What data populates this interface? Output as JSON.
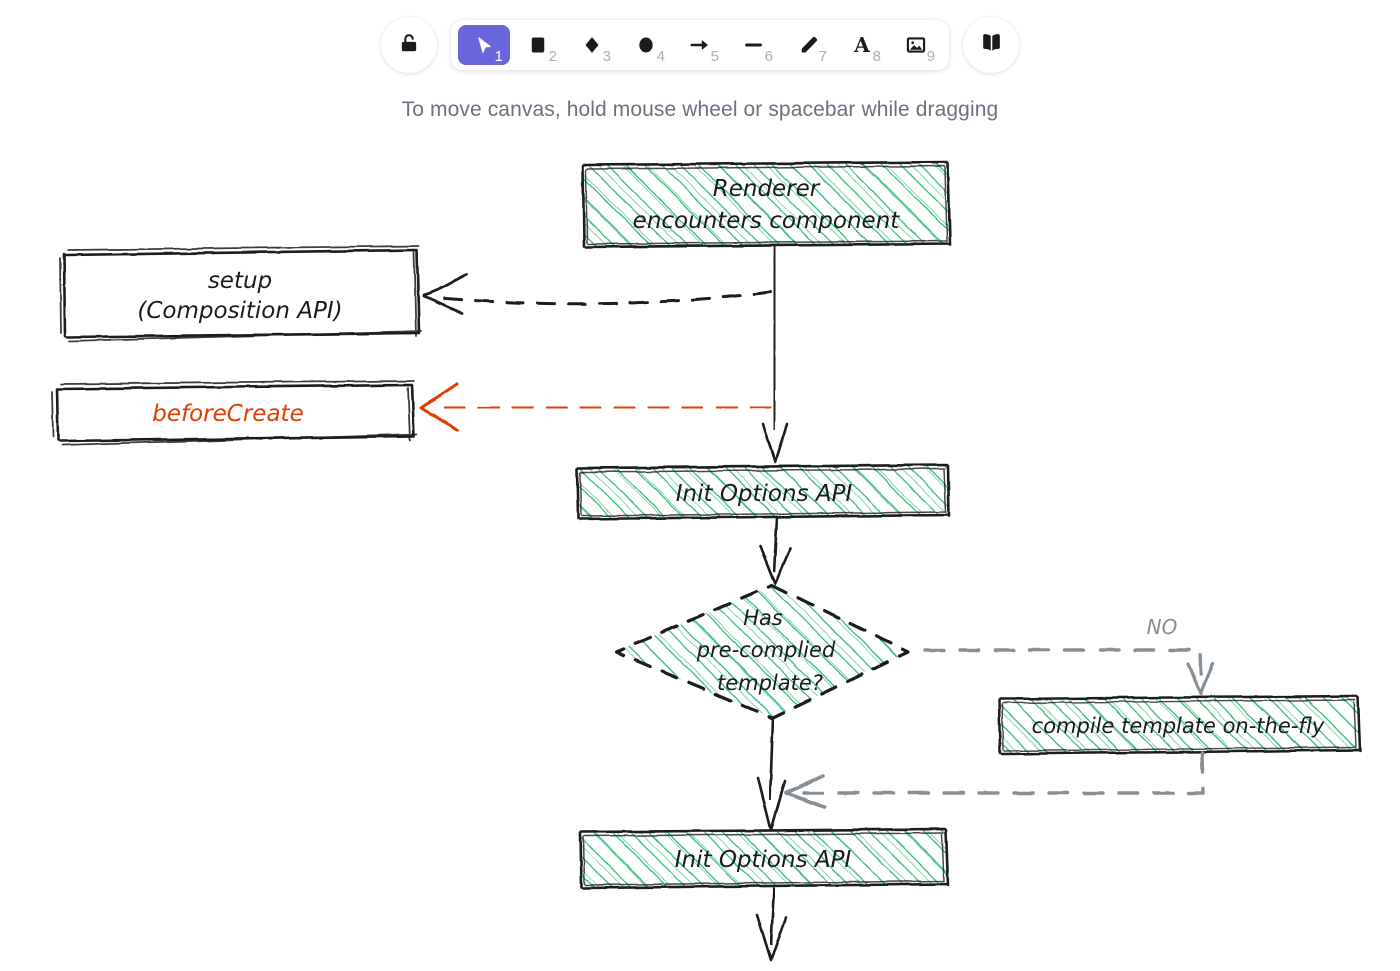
{
  "app": {
    "hint": "To move canvas, hold mouse wheel or spacebar while dragging",
    "accent_purple": "#6965db",
    "canvas_background": "#ffffff"
  },
  "toolbar": {
    "lock_button": {
      "name": "lock-button",
      "icon": "unlock-icon"
    },
    "library_button": {
      "name": "library-button",
      "icon": "book-icon"
    },
    "tools": [
      {
        "icon": "selection-cursor-icon",
        "label": "Selection",
        "key": "1",
        "active": true
      },
      {
        "icon": "rectangle-icon",
        "label": "Rectangle",
        "key": "2",
        "active": false
      },
      {
        "icon": "diamond-icon",
        "label": "Diamond",
        "key": "3",
        "active": false
      },
      {
        "icon": "ellipse-icon",
        "label": "Ellipse",
        "key": "4",
        "active": false
      },
      {
        "icon": "arrow-icon",
        "label": "Arrow",
        "key": "5",
        "active": false
      },
      {
        "icon": "line-icon",
        "label": "Line",
        "key": "6",
        "active": false
      },
      {
        "icon": "pencil-draw-icon",
        "label": "Draw",
        "key": "7",
        "active": false
      },
      {
        "icon": "text-icon",
        "label": "Text",
        "key": "8",
        "active": false
      },
      {
        "icon": "image-icon",
        "label": "Image",
        "key": "9",
        "active": false
      }
    ]
  },
  "diagram": {
    "title": "Vue component render lifecycle (hand-drawn flowchart)",
    "fill_green": "#2bb673",
    "stroke_black": "#1b1b1f",
    "stroke_gray": "#868e96",
    "stroke_orange": "#e03e00",
    "nodes": [
      {
        "id": "renderer",
        "shape": "rectangle",
        "fill": "hachure-green",
        "stroke": "solid-black",
        "lines": [
          "Renderer",
          "encounters component"
        ]
      },
      {
        "id": "setup",
        "shape": "rectangle",
        "fill": "transparent",
        "stroke": "solid-black",
        "lines": [
          "setup",
          "(Composition API)"
        ]
      },
      {
        "id": "beforeCreate",
        "shape": "rectangle",
        "fill": "transparent",
        "stroke": "solid-black",
        "text_color": "orange",
        "lines": [
          "beforeCreate"
        ]
      },
      {
        "id": "init-options-1",
        "shape": "rectangle",
        "fill": "hachure-green",
        "stroke": "solid-black",
        "lines": [
          "Init Options API"
        ]
      },
      {
        "id": "has-precompiled",
        "shape": "diamond",
        "fill": "hachure-green",
        "stroke": "dashed-black",
        "lines": [
          "Has",
          "pre-complied",
          "template?"
        ]
      },
      {
        "id": "compile-on-the-fly",
        "shape": "rectangle",
        "fill": "hachure-green",
        "stroke": "solid-black",
        "lines": [
          "compile template on-the-fly"
        ]
      },
      {
        "id": "init-options-2",
        "shape": "rectangle",
        "fill": "hachure-green",
        "stroke": "solid-black",
        "lines": [
          "Init Options API"
        ]
      }
    ],
    "edges": [
      {
        "id": "renderer-to-init1",
        "from": "renderer",
        "to": "init-options-1",
        "style": "solid",
        "color": "black",
        "label": ""
      },
      {
        "id": "main-to-setup",
        "from": "renderer-trunk",
        "to": "setup",
        "style": "dashed",
        "color": "black",
        "label": ""
      },
      {
        "id": "main-to-beforecreate",
        "from": "renderer-trunk",
        "to": "beforeCreate",
        "style": "dashed",
        "color": "orange",
        "label": ""
      },
      {
        "id": "init1-to-diamond",
        "from": "init-options-1",
        "to": "has-precompiled",
        "style": "solid",
        "color": "black",
        "label": ""
      },
      {
        "id": "diamond-no-to-compile",
        "from": "has-precompiled",
        "to": "compile-on-the-fly",
        "style": "dashed",
        "color": "gray",
        "label": "NO"
      },
      {
        "id": "compile-back-to-init2",
        "from": "compile-on-the-fly",
        "to": "init-options-2",
        "style": "dashed",
        "color": "gray",
        "label": ""
      },
      {
        "id": "diamond-to-init2",
        "from": "has-precompiled",
        "to": "init-options-2",
        "style": "solid",
        "color": "black",
        "label": ""
      },
      {
        "id": "init2-to-next",
        "from": "init-options-2",
        "to": "offscreen",
        "style": "solid",
        "color": "black",
        "label": ""
      }
    ],
    "labels": {
      "no": "NO"
    }
  }
}
